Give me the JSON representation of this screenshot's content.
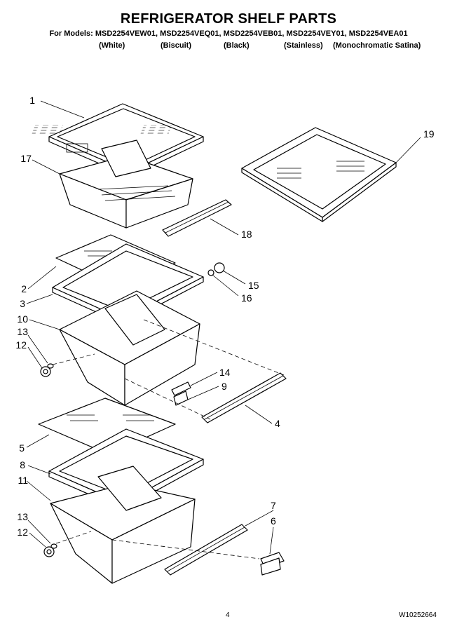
{
  "header": {
    "title": "REFRIGERATOR SHELF PARTS",
    "models_line": "For Models: MSD2254VEW01, MSD2254VEQ01, MSD2254VEB01, MSD2254VEY01, MSD2254VEA01",
    "colors": [
      "(White)",
      "(Biscuit)",
      "(Black)",
      "(Stainless)",
      "(Monochromatic Satina)"
    ]
  },
  "callouts": {
    "c1": "1",
    "c17": "17",
    "c19": "19",
    "c18": "18",
    "c2": "2",
    "c3": "3",
    "c10": "10",
    "c13a": "13",
    "c12a": "12",
    "c15": "15",
    "c16": "16",
    "c14": "14",
    "c9": "9",
    "c4": "4",
    "c5": "5",
    "c8": "8",
    "c11": "11",
    "c13b": "13",
    "c12b": "12",
    "c7": "7",
    "c6": "6"
  },
  "footer": {
    "page_number": "4",
    "doc_number": "W10252664"
  }
}
